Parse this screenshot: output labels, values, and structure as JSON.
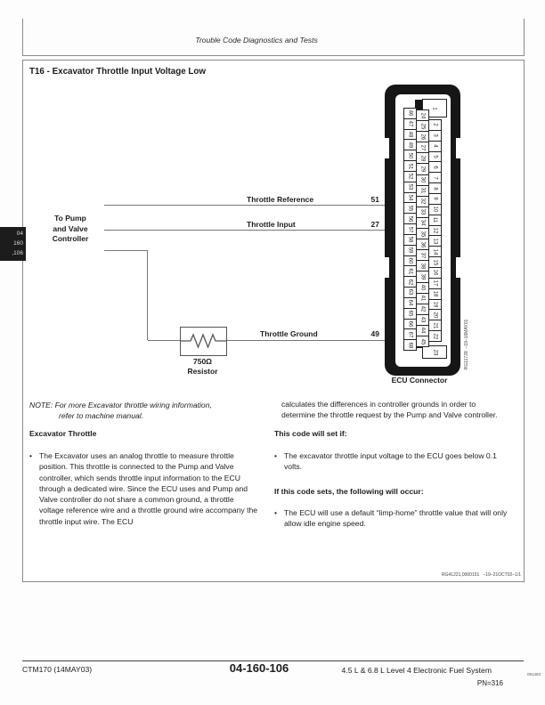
{
  "glyphs": {
    "bullet": "•"
  },
  "header": {
    "running_title": "Trouble Code Diagnostics and Tests"
  },
  "section": {
    "title": "T16 - Excavator Throttle Input Voltage Low"
  },
  "diagram": {
    "source_label_lines": [
      "To Pump",
      "and Valve",
      "Controller"
    ],
    "wires": {
      "reference": {
        "label": "Throttle Reference",
        "pin": "51"
      },
      "input": {
        "label": "Throttle Input",
        "pin": "27"
      },
      "ground": {
        "label": "Throttle Ground",
        "pin": "49"
      }
    },
    "resistor_label_lines": [
      "750Ω",
      "Resistor"
    ],
    "connector": {
      "label": "ECU Connector",
      "side_ref": "RG11728  –19–16MAY01",
      "pin_top": "1",
      "pin_bottom": "23",
      "pins_left": [
        "46",
        "47",
        "48",
        "49",
        "50",
        "51",
        "52",
        "53",
        "54",
        "55",
        "56",
        "57",
        "58",
        "59",
        "60",
        "61",
        "62",
        "63",
        "64",
        "65",
        "66",
        "67",
        "68"
      ],
      "pins_middle": [
        "24",
        "25",
        "26",
        "27",
        "28",
        "29",
        "30",
        "31",
        "32",
        "33",
        "34",
        "35",
        "36",
        "37",
        "38",
        "39",
        "40",
        "41",
        "42",
        "43",
        "44",
        "45"
      ],
      "pins_right": [
        "2",
        "3",
        "4",
        "5",
        "6",
        "7",
        "8",
        "9",
        "10",
        "11",
        "12",
        "13",
        "14",
        "15",
        "16",
        "17",
        "18",
        "19",
        "20",
        "21",
        "22"
      ]
    },
    "figure_ref": "RG41221,0000151   –19–21OCT02–1/1"
  },
  "note": {
    "lines": [
      "NOTE: For more Excavator throttle wiring information,",
      "refer to machine manual."
    ]
  },
  "left_column": {
    "heading": "Excavator Throttle",
    "bullet": "The Excavator uses an analog throttle to measure throttle position. This throttle is connected to the Pump and Valve controller, which sends throttle input information to the ECU through a dedicated wire. Since the ECU uses and Pump and Valve controller do not share a common ground, a throttle voltage reference wire and a throttle ground wire accompany the throttle input wire. The ECU"
  },
  "right_column": {
    "continuation": "calculates the differences in controller grounds in order to determine the throttle request by the Pump and Valve controller.",
    "set_heading": "This code will set if:",
    "set_bullet": "The excavator throttle input voltage to the ECU goes below 0.1 volts.",
    "occur_heading": "If this code sets, the following will occur:",
    "occur_bullet": "The ECU will use a default “limp-home” throttle value that will only allow idle engine speed."
  },
  "margin_tab": {
    "lines": [
      "04",
      "160",
      ",106"
    ]
  },
  "footer": {
    "left": "CTM170 (14MAY03)",
    "center": "04-160-106",
    "right": "4.5 L & 6.8 L Level 4 Electronic Fuel System",
    "print_code": "051483",
    "page_note": "PN=316"
  }
}
